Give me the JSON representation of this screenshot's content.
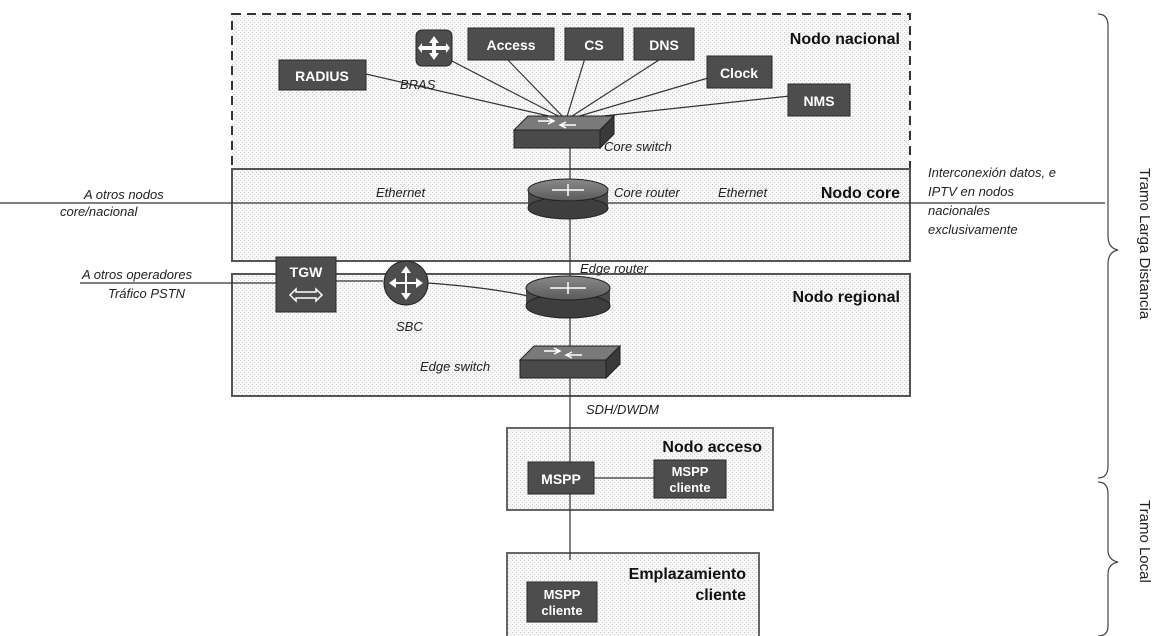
{
  "nodes": {
    "nacional": "Nodo nacional",
    "core": "Nodo core",
    "regional": "Nodo regional",
    "acceso": "Nodo acceso",
    "emplazamiento_line1": "Emplazamiento",
    "emplazamiento_line2": "cliente"
  },
  "devices": {
    "radius": "RADIUS",
    "access": "Access",
    "cs": "CS",
    "dns": "DNS",
    "clock": "Clock",
    "nms": "NMS",
    "tgw": "TGW",
    "mspp": "MSPP",
    "mspp_cliente_line1": "MSPP",
    "mspp_cliente_line2": "cliente"
  },
  "labels": {
    "bras": "BRAS",
    "core_switch": "Core switch",
    "ethernet_left": "Ethernet",
    "core_router": "Core router",
    "ethernet_right": "Ethernet",
    "otros_nodos_line1": "A otros nodos",
    "otros_nodos_line2": "core/nacional",
    "interconexion_line1": "Interconexión datos, e",
    "interconexion_line2": "IPTV en nodos",
    "interconexion_line3": "nacionales",
    "interconexion_line4": "exclusivamente",
    "otros_operadores_line1": "A otros operadores",
    "otros_operadores_line2": "Tráfico PSTN",
    "sbc": "SBC",
    "edge_router": "Edge router",
    "edge_switch": "Edge switch",
    "sdh": "SDH/DWDM"
  },
  "sections": {
    "larga": "Tramo Larga Distancia",
    "local": "Tramo Local"
  },
  "colors": {
    "device_fill": "#4d4d4d",
    "box_border": "#555555",
    "dot_fill": "#e9e9e9"
  }
}
